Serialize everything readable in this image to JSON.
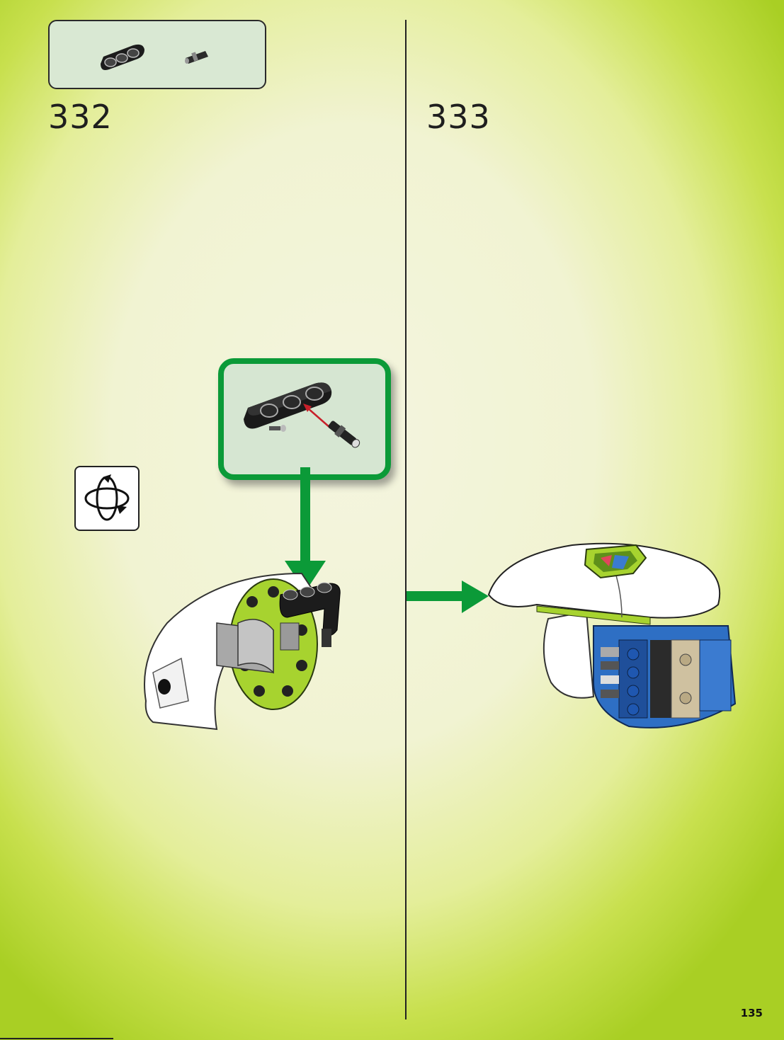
{
  "steps": [
    {
      "number": "332"
    },
    {
      "number": "333"
    }
  ],
  "page_number": "135",
  "icons": {
    "rotate": "rotate-model-icon",
    "step_arrow": "next-step-arrow-icon"
  },
  "colors": {
    "accent_green": "#0b9a38",
    "lime": "#a7d32f",
    "blue": "#2e6fc4",
    "dark_gray": "#2a2a2a"
  }
}
